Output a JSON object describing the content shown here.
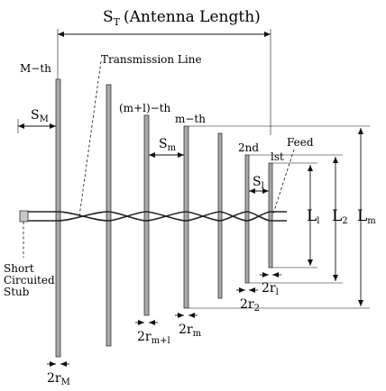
{
  "diagram": {
    "antenna_length": {
      "symbol": "S",
      "sub": "T",
      "text": "(Antenna Length)"
    },
    "transmission_line": "Transmission Line",
    "feed": "Feed",
    "short_circuited_stub": [
      "Short",
      "Circuited",
      "Stub"
    ],
    "elements": {
      "M": "M−th",
      "m_plus_1": "(m+l)−th",
      "m": "m−th",
      "second": "2nd",
      "first": "lst"
    },
    "spacings": {
      "SM": {
        "symbol": "S",
        "sub": "M"
      },
      "Sm": {
        "symbol": "S",
        "sub": "m"
      },
      "S1": {
        "symbol": "S",
        "sub": "l"
      }
    },
    "lengths": {
      "L1": {
        "symbol": "L",
        "sub": "l"
      },
      "L2": {
        "symbol": "L",
        "sub": "2"
      },
      "Lm": {
        "symbol": "L",
        "sub": "m"
      }
    },
    "radii": {
      "r1": {
        "symbol": "2r",
        "sub": "l"
      },
      "r2": {
        "symbol": "2r",
        "sub": "2"
      },
      "rm1": {
        "symbol": "2r",
        "sub": "m+l"
      },
      "rm": {
        "symbol": "2r",
        "sub": "m"
      },
      "rM": {
        "symbol": "2r",
        "sub": "M"
      }
    }
  }
}
